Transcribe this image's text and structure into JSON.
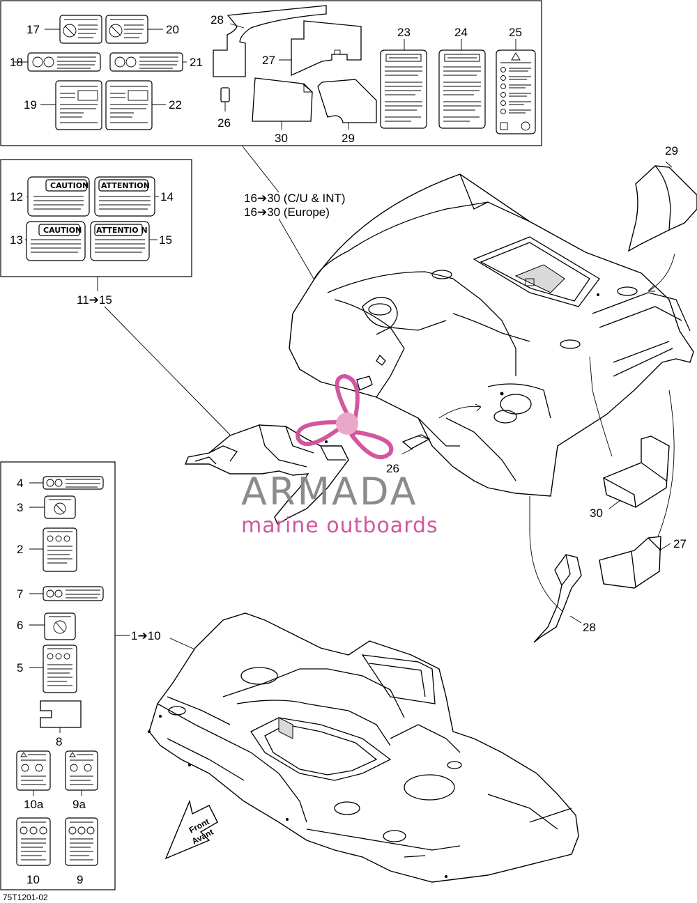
{
  "diagram_code": "75T1201-02",
  "watermark": {
    "brand": "ARMADA",
    "tagline": "marine outboards"
  },
  "front_arrow": {
    "line1": "Front",
    "line2": "Avant"
  },
  "groups": {
    "rear_decals_range_1": "16➔30 (C/U & INT)",
    "rear_decals_range_2": "16➔30 (Europe)",
    "caution_decals_range": "11➔15",
    "front_decals_range": "1➔10"
  },
  "decal_titles": {
    "d12": "CAUTION",
    "d13": "CAUTION",
    "d14": "ATTENTION",
    "d15": "ATTENTIO N"
  },
  "callouts": {
    "c17": "17",
    "c18": "18",
    "c19": "19",
    "c20": "20",
    "c21": "21",
    "c22": "22",
    "c23": "23",
    "c24": "24",
    "c25": "25",
    "c26a": "26",
    "c27a": "27",
    "c28a": "28",
    "c29a": "29",
    "c30a": "30",
    "c12": "12",
    "c13": "13",
    "c14": "14",
    "c15": "15",
    "c4": "4",
    "c3": "3",
    "c2": "2",
    "c7": "7",
    "c6": "6",
    "c5": "5",
    "c8": "8",
    "c10a": "10a",
    "c9a": "9a",
    "c10": "10",
    "c9": "9",
    "c29b": "29",
    "c26b": "26",
    "c30b": "30",
    "c27b": "27",
    "c28b": "28"
  }
}
